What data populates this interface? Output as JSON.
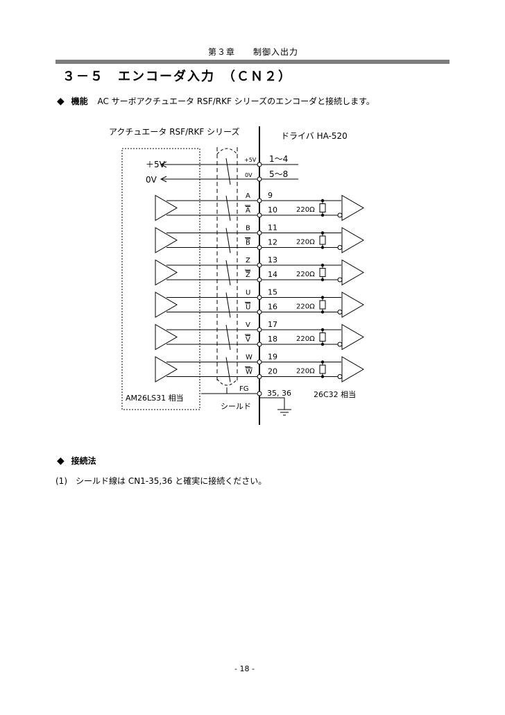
{
  "header": {
    "chapter": "第３章　　制御入出力"
  },
  "section": {
    "title": "３－５　エンコーダ入力　（ＣＮ２）"
  },
  "function": {
    "bullet": "◆",
    "label": "機能",
    "text": "AC サーボアクチュエータ RSF/RKF シリーズのエンコーダと接続します。"
  },
  "diagram": {
    "actuator_label": "アクチュエータ RSF/RKF シリーズ",
    "driver_label": "ドライバ HA-520",
    "power_5v": "＋5V",
    "power_0v": "0V",
    "pin_5v": "+5V",
    "pin_0v": "0V",
    "pins_5v": "1～4",
    "pins_0v": "5～8",
    "channels": [
      {
        "sig": "A",
        "sig_n": "A",
        "p1": "9",
        "p2": "10",
        "res": "220Ω"
      },
      {
        "sig": "B",
        "sig_n": "B",
        "p1": "11",
        "p2": "12",
        "res": "220Ω"
      },
      {
        "sig": "Z",
        "sig_n": "Z",
        "p1": "13",
        "p2": "14",
        "res": "220Ω"
      },
      {
        "sig": "U",
        "sig_n": "U",
        "p1": "15",
        "p2": "16",
        "res": "220Ω"
      },
      {
        "sig": "V",
        "sig_n": "V",
        "p1": "17",
        "p2": "18",
        "res": "220Ω"
      },
      {
        "sig": "W",
        "sig_n": "W",
        "p1": "19",
        "p2": "20",
        "res": "220Ω"
      }
    ],
    "fg_label": "FG",
    "fg_pins": "35, 36",
    "receiver_ic": "26C32 相当",
    "driver_ic": "AM26LS31 相当",
    "shield_label": "シールド"
  },
  "connection": {
    "bullet": "◆",
    "label": "接続法",
    "item": "(1)　シールド線は CN1-35,36 と確実に接続ください。"
  },
  "footer": {
    "page": "- 18 -"
  }
}
